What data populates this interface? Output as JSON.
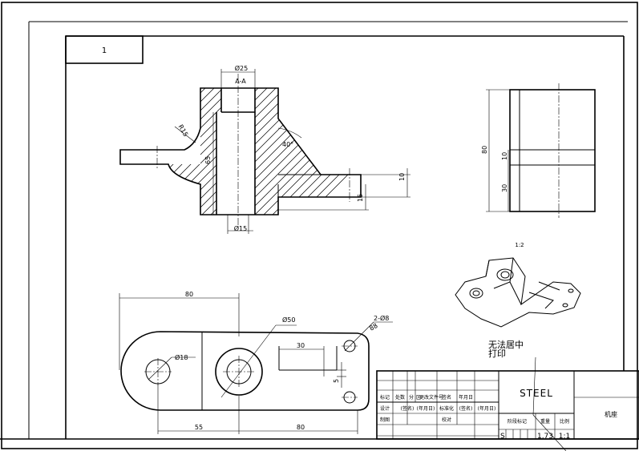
{
  "drawing": {
    "sheet_number": "1",
    "section_label": "A-A",
    "dims_section": [
      "Ø25",
      "R15",
      "65",
      "40°",
      "10",
      "15",
      "Ø15"
    ],
    "dims_side": [
      "80",
      "10",
      "30"
    ],
    "dims_plan": [
      "80",
      "Ø50",
      "2-Ø8",
      "88",
      "Ø18",
      "30",
      "5",
      "55",
      "80"
    ],
    "iso_scale": "1:2",
    "print_notice_line1": "无法居中",
    "print_notice_line2": "打印"
  },
  "title_block": {
    "material": "STEEL",
    "part_name": "机座",
    "header_labels": [
      "标记",
      "处数",
      "分",
      "区",
      "更改文件号",
      "签名",
      "年月日"
    ],
    "row_design": [
      "设计",
      "(签名)",
      "(年月日)",
      "标准化",
      "(签名)",
      "(年月日)"
    ],
    "row_draw": "制图",
    "row_check": "校对",
    "stage_label": "阶段标记",
    "weight_label": "重量",
    "scale_label": "比例",
    "stage_value": "S",
    "weight_value": "1.73",
    "scale_value": "1:1"
  }
}
